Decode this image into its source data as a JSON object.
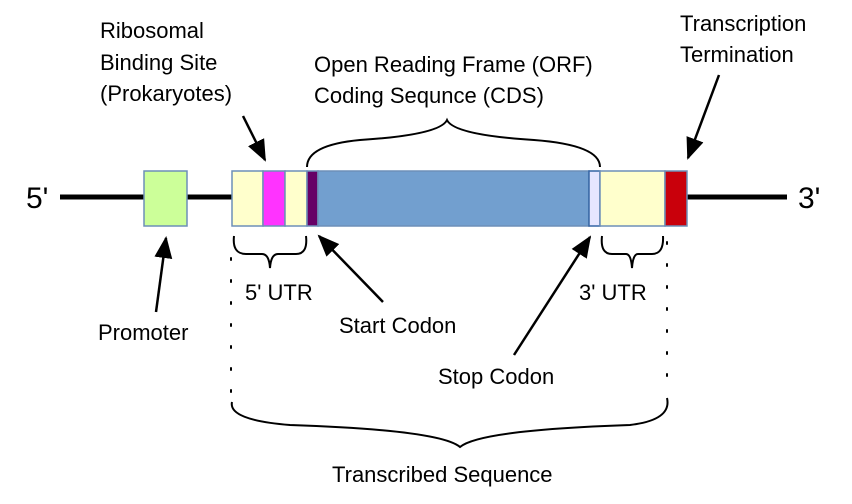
{
  "title": "Gene structure diagram",
  "ends": {
    "five_prime": "5'",
    "three_prime": "3'"
  },
  "regions": [
    {
      "id": "promoter",
      "label": "Promoter",
      "color": "#ccff99"
    },
    {
      "id": "utr5-a",
      "label": "5' UTR",
      "color": "#ffffcc"
    },
    {
      "id": "rbs",
      "label": "Ribosomal Binding Site (Prokaryotes)",
      "color": "#ff33ff"
    },
    {
      "id": "utr5-b",
      "label": "5' UTR",
      "color": "#ffffcc"
    },
    {
      "id": "start-codon",
      "label": "Start Codon",
      "color": "#660066"
    },
    {
      "id": "cds",
      "label": "Open Reading Frame (ORF) Coding Sequnce (CDS)",
      "color": "#729fcf"
    },
    {
      "id": "stop-codon",
      "label": "Stop Codon",
      "color": "#e6e6ff"
    },
    {
      "id": "utr3",
      "label": "3' UTR",
      "color": "#ffffcc"
    },
    {
      "id": "terminator",
      "label": "Transcription Termination",
      "color": "#c9000b"
    }
  ],
  "labels": {
    "rbs": [
      "Ribosomal",
      "Binding Site",
      "(Prokaryotes)"
    ],
    "orf": [
      "Open Reading Frame (ORF)",
      "Coding Sequnce (CDS)"
    ],
    "termination": [
      "Transcription",
      "Termination"
    ],
    "promoter": "Promoter",
    "utr5": "5' UTR",
    "utr3": "3' UTR",
    "start_codon": "Start Codon",
    "stop_codon": "Stop Codon",
    "transcribed": "Transcribed Sequence"
  },
  "colors": {
    "box_border": "#6d8fb8",
    "line": "#000000"
  }
}
